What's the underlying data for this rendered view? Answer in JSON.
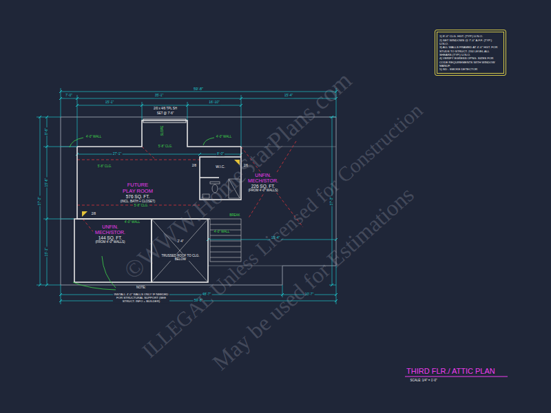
{
  "diagram": {
    "title": "THIRD FLR./ ATTIC PLAN",
    "nodes": [
      {
        "text": [
          "1) 8'-0\" CLG. HGT. (TYP.) U.N.O.",
          "2) SET WINDOWS @ 7'-0\" A.F.F. (TYP.) U.N.O.",
          "3) ALL WALLS FRAMED AT 4'-0\" HGT. FOR STUDS TO STRUCT. 2X4 LEVEL ALL SHEARS (TYP.) U.N.O.",
          "4) VERIFY EGRESS OPNG. SIZES FOR CODE REQUIREMENTS WITH WINDOW MANUF.",
          "5) SD - SMOKE DETECTOR"
        ]
      },
      {
        "text": [
          "FUTURE PLAY ROOM",
          "576 SQ. FT.",
          "(INCL. BATH + CLOSET)"
        ]
      },
      {
        "text": [
          "UNFIN. MECH/STOR.",
          "226 SQ. FT.",
          "(FROM 4'-0\" WALLS)"
        ]
      },
      {
        "text": [
          "W.I.C."
        ]
      },
      {
        "text": [
          "UNFIN. MECH/STOR.",
          "144 SQ. FT.",
          "(FROM 4'-0\" WALLS)"
        ]
      }
    ],
    "labels": [
      "59'-8\"",
      "7'-0\"",
      "35'-1\"",
      "15'-4\"",
      "15'-1\"",
      "16'-10\"",
      "2/0 x 4/6 TPL SH",
      "SET @ 7'-6\"",
      "SLOPE",
      "4'-0\" WALL",
      "4'-0\" WALL",
      "5'-8\" CLG.",
      "27'-1\"",
      "8'-0\"",
      "5'-8\" CLG.",
      "2/8",
      "2/6",
      "5'-8\" CLG.",
      "2/8",
      "4'-0\" WALL",
      "BREAK",
      "4'-0\" WALL",
      "2'-4\"",
      "15'-4\"",
      "TRUSSED ROOF TO CLG. BELOW",
      "8'-6\"",
      "15'-6\"",
      "15'-1\"",
      "37'-3\"",
      "37'-3\"",
      "NOTE:",
      "INSTALL 4'-0\" WALLS ONLY IF NEEDED FOR STRUCTURAL SUPPORT (SEE STRUCT. INFO + BUILDER)",
      "48'-7\"",
      "10'-7\"",
      "59'-8\"",
      "SCALE: 1/4\" = 1'-0\"",
      "©WWW.HomeStarPlans.com",
      "ILLEGAL Unless Licensed for Construction",
      "May be used for Estimations"
    ]
  }
}
